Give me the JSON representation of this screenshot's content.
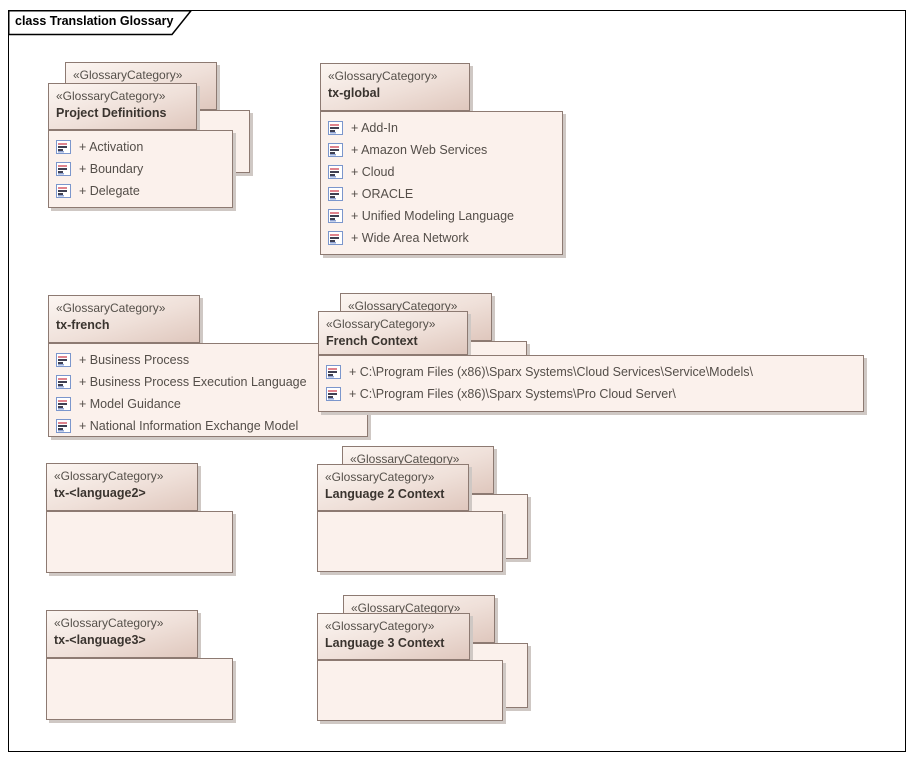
{
  "diagram": {
    "frame_label": "class Translation Glossary",
    "type_hint": "UML class diagram frame"
  },
  "stereotype_label": "«GlossaryCategory»",
  "colors": {
    "tab_gradient_start": "#fcf6f2",
    "tab_gradient_end": "#dfc7bd",
    "body_fill": "#fbf1ec",
    "shape_border": "#8d7a72",
    "shadow": "#cfc8c4",
    "name_text": "#3a342f",
    "stereotype_text": "#55504a",
    "attribute_text": "#544e49",
    "attr_icon_border": "#7b96cc",
    "attr_icon_line_red": "#df838d",
    "attr_icon_line_dark": "#3f4052",
    "frame_border": "#000000"
  },
  "packages": {
    "project_definitions": {
      "stereotype": "«GlossaryCategory»",
      "name": "Project Definitions",
      "attributes": [
        "+ Activation",
        "+ Boundary",
        "+ Delegate"
      ]
    },
    "tx_global": {
      "stereotype": "«GlossaryCategory»",
      "name": "tx-global",
      "attributes": [
        "+ Add-In",
        "+ Amazon Web Services",
        "+ Cloud",
        "+ ORACLE",
        "+ Unified Modeling Language",
        "+ Wide Area Network"
      ]
    },
    "tx_french": {
      "stereotype": "«GlossaryCategory»",
      "name": "tx-french",
      "attributes": [
        "+ Business Process",
        "+ Business Process Execution Language",
        "+ Model Guidance",
        "+ National Information Exchange Model"
      ]
    },
    "french_context": {
      "stereotype": "«GlossaryCategory»",
      "name": "French Context",
      "attributes": [
        "+ C:\\Program Files (x86)\\Sparx Systems\\Cloud Services\\Service\\Models\\",
        "+ C:\\Program Files (x86)\\Sparx Systems\\Pro Cloud Server\\"
      ]
    },
    "tx_language2": {
      "stereotype": "«GlossaryCategory»",
      "name": "tx-<language2>",
      "attributes": []
    },
    "language2_context": {
      "stereotype": "«GlossaryCategory»",
      "name": "Language 2 Context",
      "attributes": []
    },
    "tx_language3": {
      "stereotype": "«GlossaryCategory»",
      "name": "tx-<language3>",
      "attributes": []
    },
    "language3_context": {
      "stereotype": "«GlossaryCategory»",
      "name": "Language 3 Context",
      "attributes": []
    }
  }
}
